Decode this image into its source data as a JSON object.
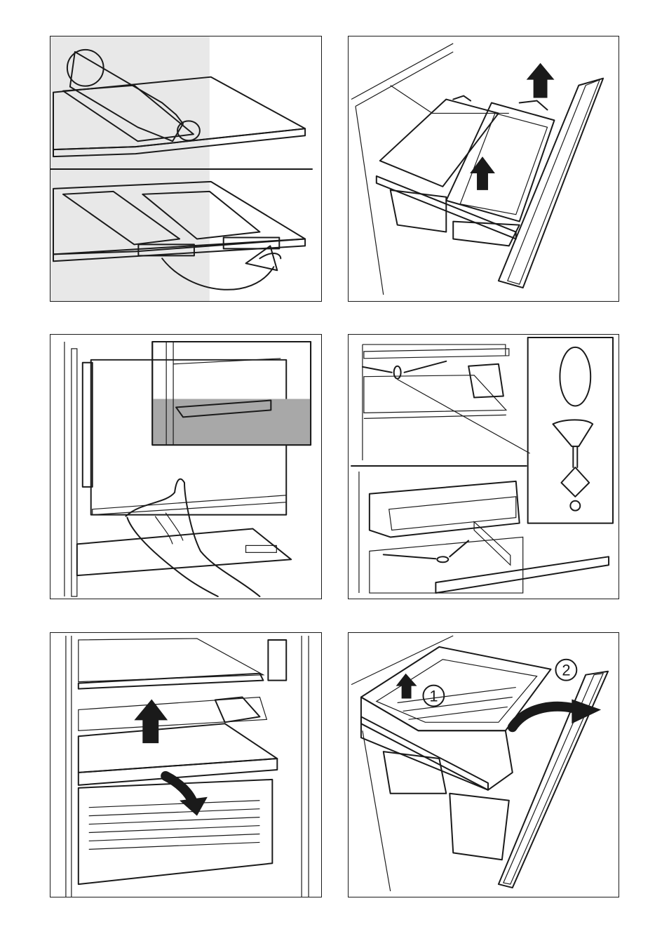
{
  "panels": [
    {
      "id": "bottle-rack",
      "label_1": "",
      "label_2": ""
    },
    {
      "id": "freezer-baskets"
    },
    {
      "id": "door-inset"
    },
    {
      "id": "drain-hole-cleaning"
    },
    {
      "id": "shelf-removal"
    },
    {
      "id": "crisper-removal",
      "step_1": "1",
      "step_2": "2"
    }
  ],
  "colors": {
    "line": "#1a1a1a",
    "fill_light": "#e6e6e6",
    "fill_mid": "#c8c8c8",
    "fill_dark": "#9a9a9a"
  }
}
